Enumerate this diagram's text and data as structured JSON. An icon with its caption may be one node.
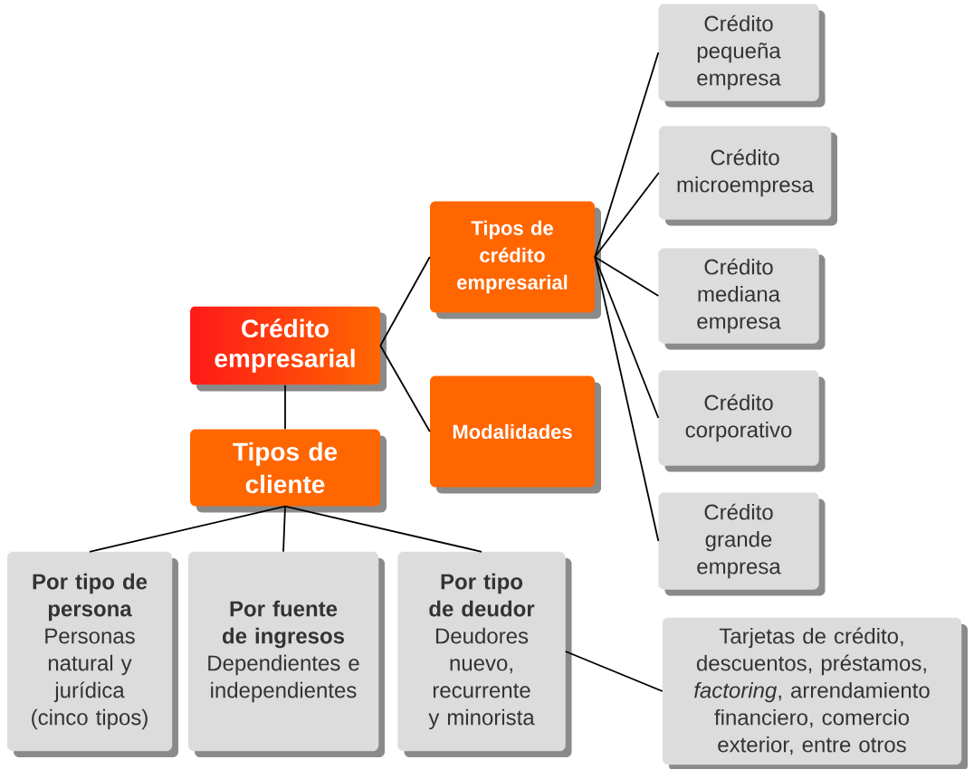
{
  "diagram": {
    "nodes": [
      {
        "text": [
          "Crédito empresarial"
        ]
      },
      {
        "text": [
          "Tipos de crédito empresarial"
        ]
      },
      {
        "text": [
          "Modalidades"
        ]
      },
      {
        "text": [
          "Crédito pequeña empresa"
        ]
      },
      {
        "text": [
          "Crédito microempresa"
        ]
      },
      {
        "text": [
          "Crédito mediana empresa"
        ]
      },
      {
        "text": [
          "Crédito corporativo"
        ]
      },
      {
        "text": [
          "Crédito grande empresa"
        ]
      },
      {
        "text": [
          "Tipos de cliente"
        ]
      },
      {
        "text": [
          "Por tipo de persona",
          "Personas natural y jurídica (cinco tipos)"
        ]
      },
      {
        "text": [
          "Por fuente de ingresos",
          "Dependientes e independientes"
        ]
      },
      {
        "text": [
          "Por tipo de deudor",
          "Deudores nuevo, recurrente y minorista"
        ]
      },
      {
        "text": [
          "Tarjetas de crédito, descuentos, préstamos, *factoring*, arrendamiento financiero, comercio exterior, entre otros"
        ]
      }
    ],
    "edges": [
      {
        "from": 0,
        "to": 1,
        "arrow": "none"
      },
      {
        "from": 0,
        "to": 2,
        "arrow": "none"
      },
      {
        "from": 1,
        "to": 3,
        "arrow": "none"
      },
      {
        "from": 1,
        "to": 4,
        "arrow": "none"
      },
      {
        "from": 1,
        "to": 5,
        "arrow": "none"
      },
      {
        "from": 1,
        "to": 6,
        "arrow": "none"
      },
      {
        "from": 1,
        "to": 7,
        "arrow": "none"
      },
      {
        "from": 0,
        "to": 8,
        "arrow": "none"
      },
      {
        "from": 8,
        "to": 9,
        "arrow": "none"
      },
      {
        "from": 8,
        "to": 10,
        "arrow": "none"
      },
      {
        "from": 8,
        "to": 11,
        "arrow": "none"
      },
      {
        "from": 11,
        "to": 12,
        "arrow": "none"
      }
    ]
  }
}
